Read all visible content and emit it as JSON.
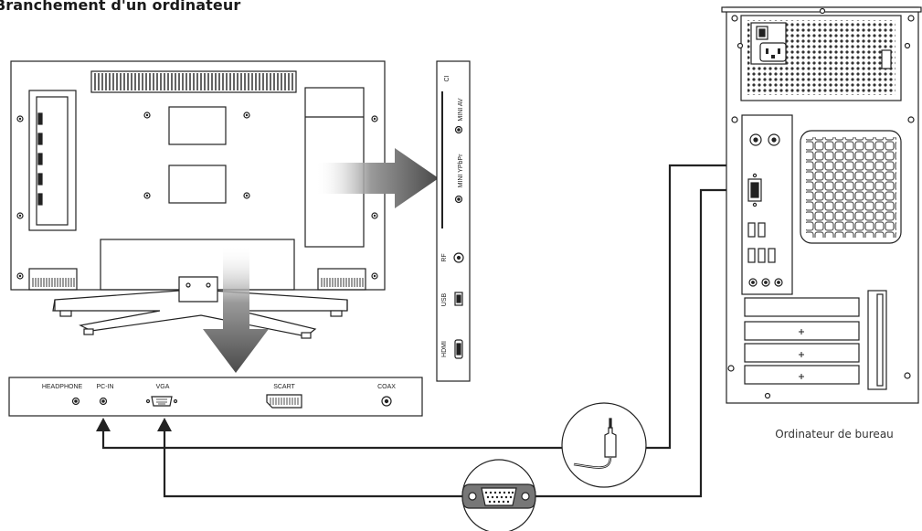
{
  "title": "Branchement d'un ordinateur",
  "side_panel_labels": {
    "ci": "CI",
    "mini_av": "MINI AV",
    "mini_ypbpr": "MINI YPbPr",
    "rf": "RF",
    "usb": "USB",
    "hdmi": "HDMI"
  },
  "bottom_panel_labels": {
    "headphone": "HEADPHONE",
    "pc_in": "PC-IN",
    "vga": "VGA",
    "scart": "SCART",
    "coax": "COAX"
  },
  "computer_caption": "Ordinateur de bureau",
  "icons": [
    "audio-jack-icon",
    "vga-connector-icon",
    "arrow-right-icon",
    "arrow-down-icon"
  ]
}
